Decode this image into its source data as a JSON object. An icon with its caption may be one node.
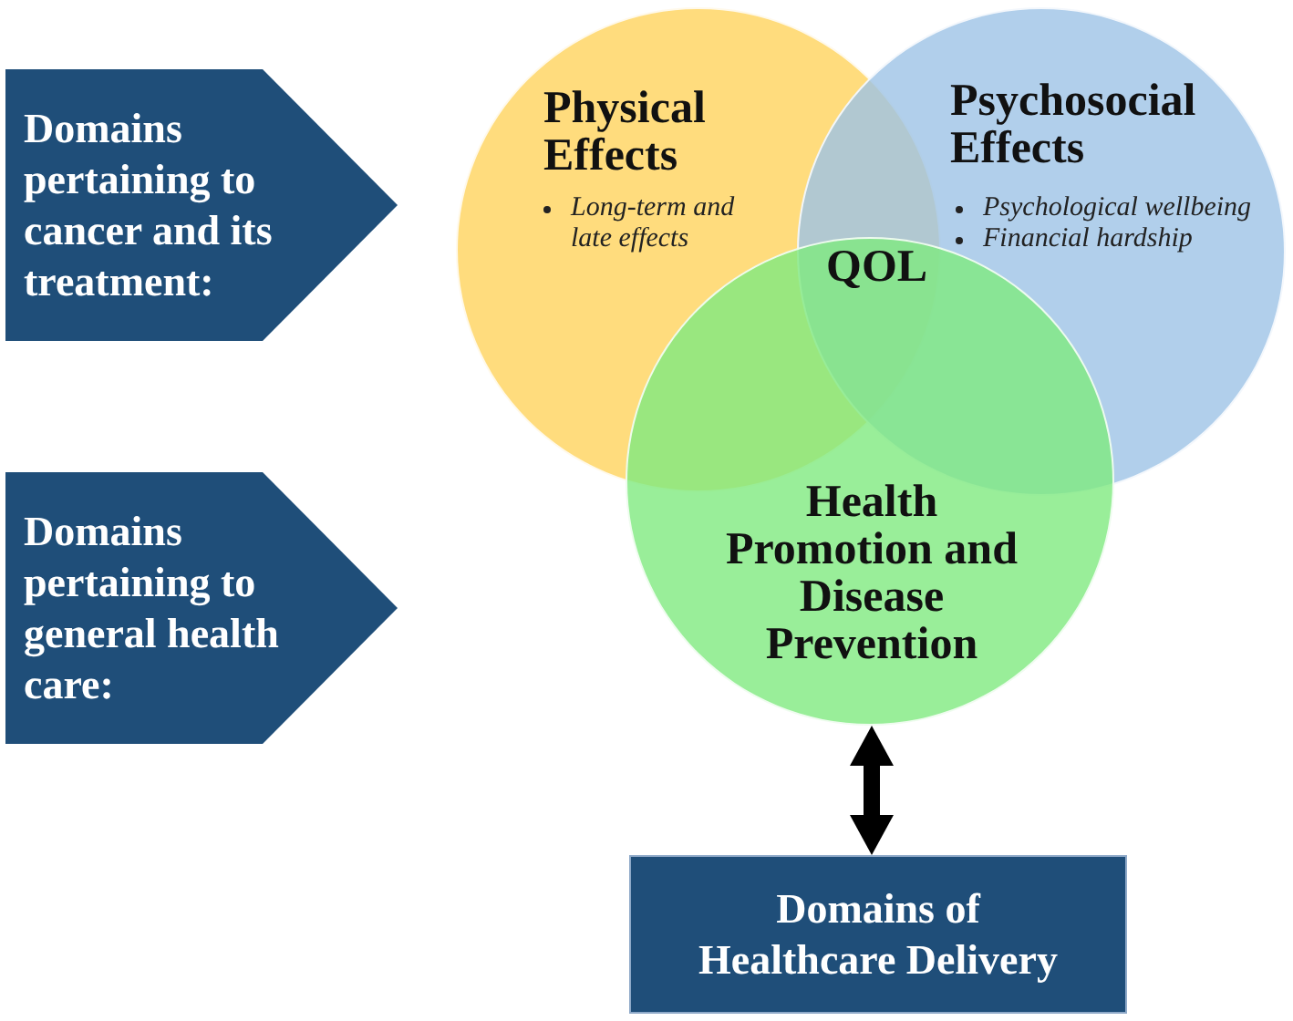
{
  "diagram": {
    "nodes": [
      {
        "text": [
          "Domains pertaining to cancer and its treatment:"
        ]
      },
      {
        "text": [
          "Physical Effects",
          "Long-term and late effects"
        ]
      },
      {
        "text": [
          "Psychosocial Effects",
          "Psychological wellbeing",
          "Financial hardship"
        ]
      },
      {
        "text": [
          "Domains pertaining to general health care:"
        ]
      },
      {
        "text": [
          "Health Promotion and Disease Prevention"
        ]
      },
      {
        "text": [
          "Domains of Healthcare Delivery"
        ]
      }
    ],
    "edges": [
      {
        "from": 4,
        "to": 5,
        "arrow": "both"
      }
    ],
    "labels": [
      "QOL"
    ]
  }
}
